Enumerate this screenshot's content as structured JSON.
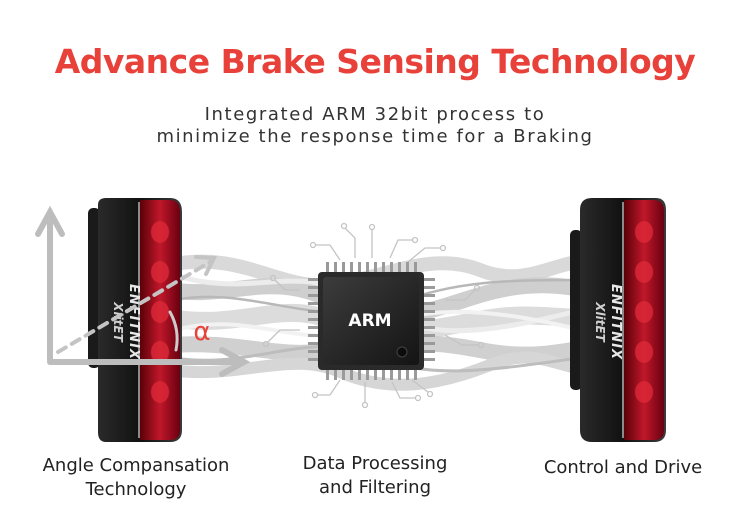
{
  "header": {
    "title": "Advance Brake Sensing Technology",
    "subtitle_line1": "Integrated ARM 32bit process to",
    "subtitle_line2": "minimize the response time for a Braking"
  },
  "left_light": {
    "brand": "ENFITNIX",
    "model": "XlitET"
  },
  "right_light": {
    "brand": "ENFITNIX",
    "model": "XlitET"
  },
  "angle_symbol": "α",
  "chip_label": "ARM",
  "captions": {
    "angle_line1": "Angle Compansation",
    "angle_line2": "Technology",
    "data_line1": "Data Processing",
    "data_line2": "and Filtering",
    "control": "Control and Drive"
  },
  "colors": {
    "accent": "#e8413a",
    "light_red": "#b01522"
  }
}
